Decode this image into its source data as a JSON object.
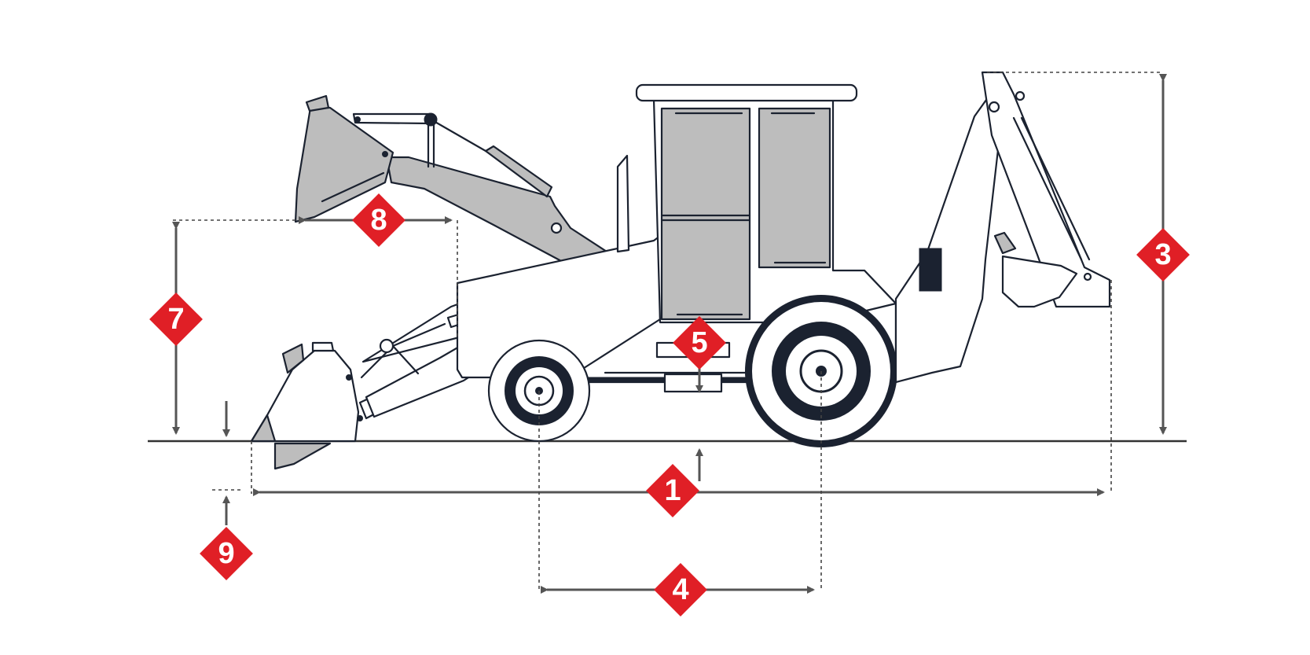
{
  "markers": {
    "m1": "1",
    "m3": "3",
    "m4": "4",
    "m5": "5",
    "m7": "7",
    "m8": "8",
    "m9": "9"
  },
  "colors": {
    "marker": "#e01f26",
    "outline": "#1b2230",
    "panel": "#bdbdbd",
    "dimension": "#555555"
  }
}
